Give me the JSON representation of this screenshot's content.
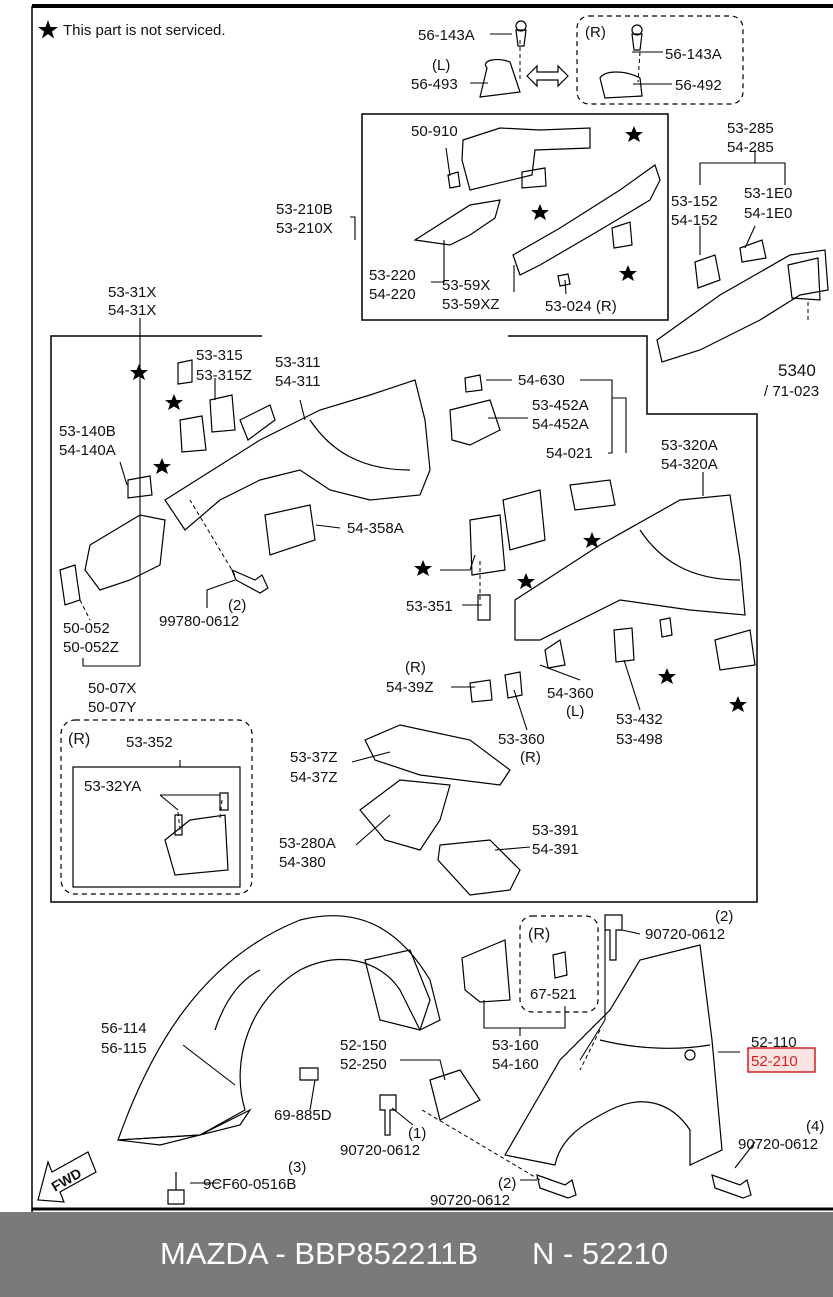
{
  "note": "This part is not serviced.",
  "labels": [
    {
      "id": "p56143a_l",
      "text": "56-143A"
    },
    {
      "id": "side_l",
      "text": "(L)"
    },
    {
      "id": "p56493",
      "text": "56-493"
    },
    {
      "id": "side_r1",
      "text": "(R)"
    },
    {
      "id": "p56143a_r",
      "text": "56-143A"
    },
    {
      "id": "p56492",
      "text": "56-492"
    },
    {
      "id": "p50910",
      "text": "50-910"
    },
    {
      "id": "p53210b",
      "text": "53-210B"
    },
    {
      "id": "p53210x",
      "text": "53-210X"
    },
    {
      "id": "p53220",
      "text": "53-220"
    },
    {
      "id": "p54220",
      "text": "54-220"
    },
    {
      "id": "p5359x",
      "text": "53-59X"
    },
    {
      "id": "p5359xz",
      "text": "53-59XZ"
    },
    {
      "id": "p53024",
      "text": "53-024 (R)"
    },
    {
      "id": "p53285",
      "text": "53-285"
    },
    {
      "id": "p54285",
      "text": "54-285"
    },
    {
      "id": "p53152",
      "text": "53-152"
    },
    {
      "id": "p54152",
      "text": "54-152"
    },
    {
      "id": "p531e0",
      "text": "53-1E0"
    },
    {
      "id": "p541e0",
      "text": "54-1E0"
    },
    {
      "id": "p5340",
      "text": "5340"
    },
    {
      "id": "p71023",
      "text": "/ 71-023"
    },
    {
      "id": "p5331x",
      "text": "53-31X"
    },
    {
      "id": "p5431x",
      "text": "54-31X"
    },
    {
      "id": "p53315",
      "text": "53-315"
    },
    {
      "id": "p53315z",
      "text": "53-315Z"
    },
    {
      "id": "p53311",
      "text": "53-311"
    },
    {
      "id": "p54311",
      "text": "54-311"
    },
    {
      "id": "p54630",
      "text": "54-630"
    },
    {
      "id": "p53452a",
      "text": "53-452A"
    },
    {
      "id": "p54452a",
      "text": "54-452A"
    },
    {
      "id": "p54021",
      "text": "54-021"
    },
    {
      "id": "p53140b",
      "text": "53-140B"
    },
    {
      "id": "p54140a",
      "text": "54-140A"
    },
    {
      "id": "p53320a",
      "text": "53-320A"
    },
    {
      "id": "p54320a",
      "text": "54-320A"
    },
    {
      "id": "p54358a",
      "text": "54-358A"
    },
    {
      "id": "p53351",
      "text": "53-351"
    },
    {
      "id": "q2a",
      "text": "(2)"
    },
    {
      "id": "p997800612",
      "text": "99780-0612"
    },
    {
      "id": "p50052",
      "text": "50-052"
    },
    {
      "id": "p50052z",
      "text": "50-052Z"
    },
    {
      "id": "side_r2",
      "text": "(R)"
    },
    {
      "id": "p5439z",
      "text": "54-39Z"
    },
    {
      "id": "p54360",
      "text": "54-360"
    },
    {
      "id": "side_l2",
      "text": "(L)"
    },
    {
      "id": "p53432",
      "text": "53-432"
    },
    {
      "id": "p53498",
      "text": "53-498"
    },
    {
      "id": "p5007x",
      "text": "50-07X"
    },
    {
      "id": "p5007y",
      "text": "50-07Y"
    },
    {
      "id": "side_r3",
      "text": "(R)"
    },
    {
      "id": "p53352",
      "text": "53-352"
    },
    {
      "id": "p5332ya",
      "text": "53-32YA"
    },
    {
      "id": "p5337z",
      "text": "53-37Z"
    },
    {
      "id": "p5437z",
      "text": "54-37Z"
    },
    {
      "id": "p53360",
      "text": "53-360"
    },
    {
      "id": "side_r4",
      "text": "(R)"
    },
    {
      "id": "p53280a",
      "text": "53-280A"
    },
    {
      "id": "p54380",
      "text": "54-380"
    },
    {
      "id": "p53391",
      "text": "53-391"
    },
    {
      "id": "p54391",
      "text": "54-391"
    },
    {
      "id": "q2b",
      "text": "(2)"
    },
    {
      "id": "p907200612a",
      "text": "90720-0612"
    },
    {
      "id": "side_r5",
      "text": "(R)"
    },
    {
      "id": "p67521",
      "text": "67-521"
    },
    {
      "id": "p56114",
      "text": "56-114"
    },
    {
      "id": "p56115",
      "text": "56-115"
    },
    {
      "id": "p52150",
      "text": "52-150"
    },
    {
      "id": "p52250",
      "text": "52-250"
    },
    {
      "id": "p53160",
      "text": "53-160"
    },
    {
      "id": "p54160",
      "text": "54-160"
    },
    {
      "id": "p52110",
      "text": "52-110"
    },
    {
      "id": "p52210",
      "text": "52-210"
    },
    {
      "id": "p69885d",
      "text": "69-885D"
    },
    {
      "id": "q1",
      "text": "(1)"
    },
    {
      "id": "p907200612b",
      "text": "90720-0612"
    },
    {
      "id": "q4",
      "text": "(4)"
    },
    {
      "id": "p907200612c",
      "text": "90720-0612"
    },
    {
      "id": "q3",
      "text": "(3)"
    },
    {
      "id": "p9cf60",
      "text": "9CF60-0516B"
    },
    {
      "id": "q2c",
      "text": "(2)"
    },
    {
      "id": "p907200612d",
      "text": "90720-0612"
    },
    {
      "id": "fwd",
      "text": "FWD"
    }
  ],
  "highlight": {
    "part": "52-210",
    "color": "#d41f1f"
  },
  "footer": {
    "brand": "MAZDA - BBP852211B",
    "number": "N - 52210"
  }
}
